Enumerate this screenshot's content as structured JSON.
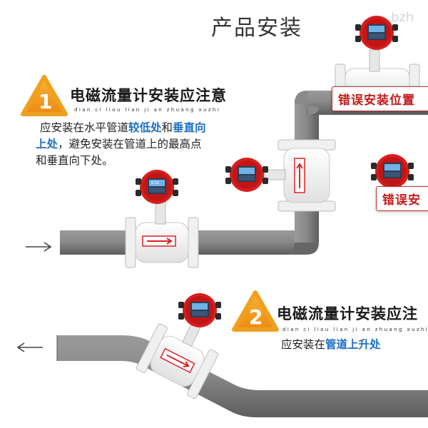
{
  "header": {
    "title": "产品安装",
    "watermark": "bzh"
  },
  "section1": {
    "number": "1",
    "title": "电磁流量计安装应注意",
    "pinyin": "dian ci liou lian ji an zhuang xuzhi",
    "line1_a": "应安装在水平管道",
    "line1_hl1": "较低处",
    "line1_b": "和",
    "line1_hl2": "垂直向",
    "line2_hl": "上处",
    "line2_b": "，避免安装在管道上的最高点",
    "line3": "和垂直向下处。"
  },
  "wrong_labels": {
    "top": "错误安装位置",
    "middle": "错误安"
  },
  "section2": {
    "number": "2",
    "title": "电磁流量计安装应注",
    "pinyin": "dian ci liou lian ji an zhuang xuzhi",
    "text_a": "应安装在",
    "text_hl": "管道上升处"
  },
  "meter": {
    "display_value": "6.02"
  },
  "colors": {
    "accent_orange": "#f29a1a",
    "highlight_blue": "#1a6fc4",
    "error_red": "#c41b1b",
    "pipe_gray": "#7f7f7f",
    "meter_red": "#d81e1e"
  },
  "icons": [
    "flow-arrow-left-icon",
    "flow-arrow-right-icon",
    "warning-triangle-icon"
  ]
}
